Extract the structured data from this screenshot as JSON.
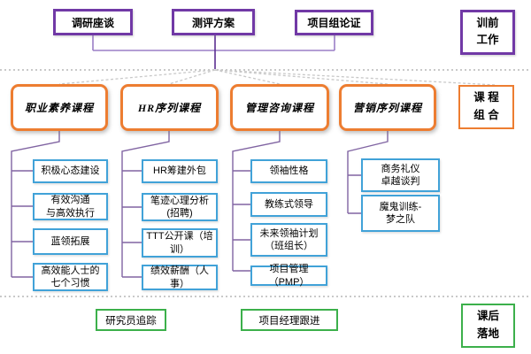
{
  "stage": {
    "top": {
      "boxes": [
        "调研座谈",
        "测评方案",
        "项目组论证"
      ],
      "side": [
        "训前",
        "工作"
      ]
    },
    "courses": {
      "side": [
        "课 程",
        "组 合"
      ],
      "columns": [
        {
          "title": "职业素养课程",
          "items": [
            [
              "积极心态建设"
            ],
            [
              "有效沟通",
              "与高效执行"
            ],
            [
              "蓝领拓展"
            ],
            [
              "高效能人士的",
              "七个习惯"
            ]
          ]
        },
        {
          "title": "HR序列课程",
          "items": [
            [
              "HR筹建外包"
            ],
            [
              "笔迹心理分析",
              "(招聘)"
            ],
            [
              "TTT公开课（培",
              "训）"
            ],
            [
              "绩效薪酬（人事）"
            ]
          ]
        },
        {
          "title": "管理咨询课程",
          "items": [
            [
              "领袖性格"
            ],
            [
              "教练式领导"
            ],
            [
              "未来领袖计划",
              "（班组长）"
            ],
            [
              "项目管理（PMP）"
            ]
          ]
        },
        {
          "title": "营销序列课程",
          "items": [
            [
              "商务礼仪",
              "卓越谈判"
            ],
            [
              "魔鬼训练-",
              "梦之队"
            ]
          ]
        }
      ]
    },
    "bottom": {
      "boxes": [
        "研究员追踪",
        "项目经理跟进"
      ],
      "side": [
        "课后",
        "落地"
      ]
    },
    "colors": {
      "purple_border": "#7139A6",
      "orange_border": "#ED7D31",
      "blue_border": "#41A2D8",
      "green_border": "#3CB04B",
      "connector_rail": "#8064A2",
      "connector_light_purple": "#9B7FC6",
      "connector_dark_purple": "#5B2E91",
      "dotted_separator": "#C9C9C9",
      "dashed_fan": "#C8C8C8"
    }
  }
}
